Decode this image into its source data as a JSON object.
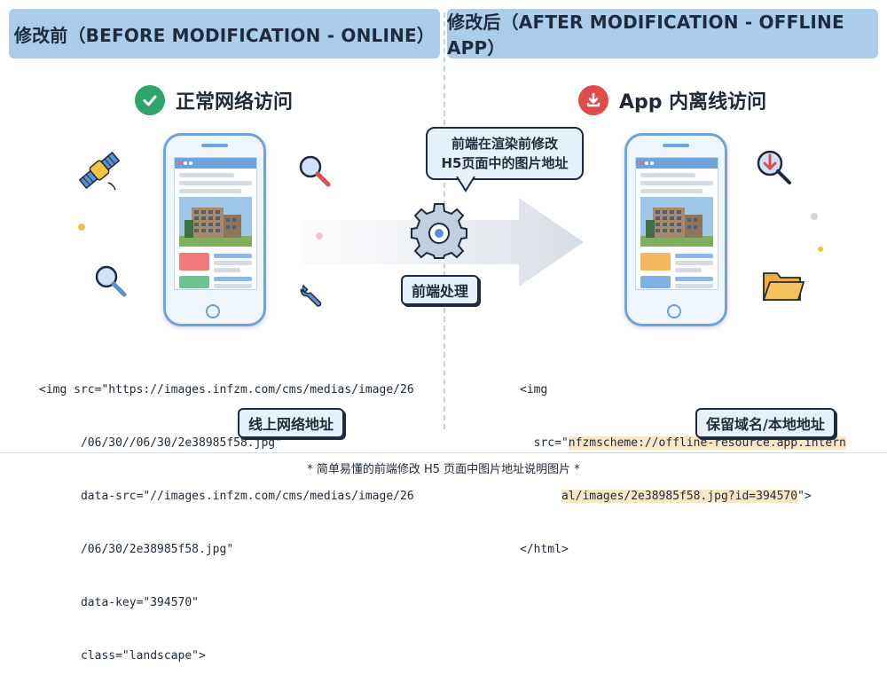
{
  "header": {
    "left_title": "修改前（BEFORE MODIFICATION - ONLINE）",
    "right_title": "修改后（AFTER MODIFICATION - OFFLINE APP）"
  },
  "left": {
    "subtitle": "正常网络访问",
    "code_lines": [
      "<img src=\"https://images.infzm.com/cms/medias/image/26",
      "      /06/30//06/30/2e38985f58.jpg\"",
      "      data-src=\"//images.infzm.com/cms/medias/image/26",
      "      /06/30/2e38985f58.jpg\"",
      "      data-key=\"394570\"",
      "      class=\"landscape\">"
    ],
    "tag": "线上网络地址"
  },
  "center": {
    "bubble_line1": "前端在渲染前修改",
    "bubble_line2": "H5页面中的图片地址",
    "process_label": "前端处理"
  },
  "right": {
    "subtitle": "App 内离线访问",
    "code_line1": "<img",
    "code_src_prefix": "  src=\"",
    "code_src_hl1": "nfzmscheme://offline-resource.app.intern",
    "code_src_hl2": "al/images/2e38985f58.jpg?id=394570",
    "code_src_suffix": "\">",
    "code_line_end": "</html>",
    "tag": "保留域名/本地地址"
  },
  "footer": "* 简单易懂的前端修改 H5 页面中图片地址说明图片 *",
  "colors": {
    "header_bg": "#a9cdea",
    "online_check": "#2fa56a",
    "offline_download": "#e14b4b",
    "highlight": "#fbe7c6",
    "phone_border": "#6fa3dd"
  }
}
